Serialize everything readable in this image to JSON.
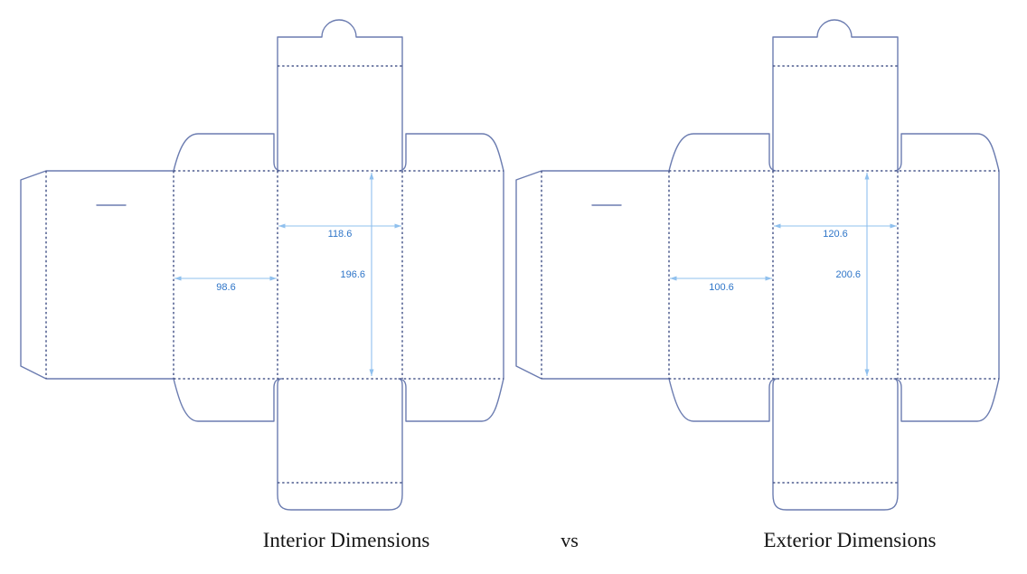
{
  "diagrams": {
    "interior": {
      "caption": "Interior Dimensions",
      "dimensions": {
        "width": "118.6",
        "height": "196.6",
        "depth": "98.6"
      }
    },
    "separator": "vs",
    "exterior": {
      "caption": "Exterior Dimensions",
      "dimensions": {
        "width": "120.6",
        "height": "200.6",
        "depth": "100.6"
      }
    }
  },
  "colors": {
    "cut_line": "#6b7cb0",
    "fold_line": "#4d5b8e",
    "dimension_line": "#8fc0ee",
    "dimension_text": "#2e75c8",
    "caption_text": "#141414",
    "background": "#ffffff"
  }
}
